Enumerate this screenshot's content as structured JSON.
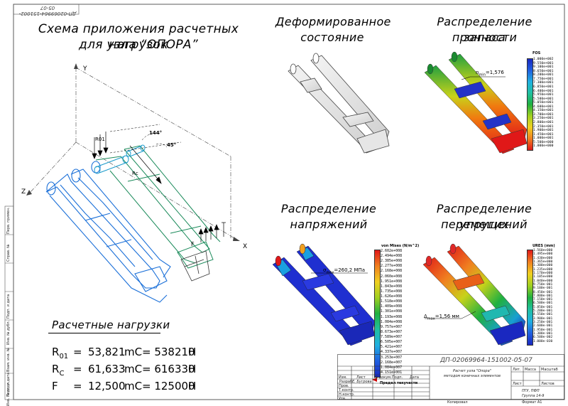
{
  "corner_code": "ДП-02069964-151002-05-07",
  "scheme_title_line1": "Схема приложения расчетных нагрузок",
  "scheme_title_line2": "для узла “ОПОРА”",
  "axes": {
    "y": "Y",
    "z": "Z",
    "x": "X"
  },
  "scheme_labels": {
    "r01": "R01",
    "rc": "Rc",
    "f": "F",
    "angle1": "144°",
    "angle2": "45°"
  },
  "loads_title": "Расчетные нагрузки",
  "loads": [
    {
      "symbol": "R",
      "sub": "01",
      "eq": "=",
      "value1": "53,821",
      "unit1": "mC",
      "eq2": "=",
      "value2": "538210",
      "unit2": "Н"
    },
    {
      "symbol": "R",
      "sub": "C",
      "eq": "=",
      "value1": "61,633",
      "unit1": "mC",
      "eq2": "=",
      "value2": "616330",
      "unit2": "Н"
    },
    {
      "symbol": "F",
      "sub": "",
      "eq": "=",
      "value1": "12,500",
      "unit1": "mC",
      "eq2": "=",
      "value2": "125000",
      "unit2": "Н"
    }
  ],
  "panels": {
    "deformed": {
      "line1": "Деформированное",
      "line2": "состояние"
    },
    "fos": {
      "line1": "Распределение запаса",
      "line2": "прочности",
      "annotation_n": "n",
      "annotation_sub": "min",
      "annotation_val": "=1,576",
      "legend_title": "FOS",
      "legend": [
        "1.000e+002",
        "9.550e+001",
        "9.100e+001",
        "8.650e+001",
        "8.200e+001",
        "7.750e+001",
        "7.300e+001",
        "6.850e+001",
        "6.400e+001",
        "5.950e+001",
        "5.500e+001",
        "5.050e+001",
        "4.600e+001",
        "4.150e+001",
        "3.700e+001",
        "3.250e+001",
        "2.800e+001",
        "2.350e+001",
        "1.900e+001",
        "1.450e+001",
        "1.000e+001",
        "5.500e+000",
        "1.000e+000"
      ]
    },
    "stress": {
      "line1": "Распределение",
      "line2": "напряжений",
      "annotation_s": "σ",
      "annotation_sub": "max",
      "annotation_val": "=260,2 МПа",
      "legend_title": "von Mises (N/m^2)",
      "yield_label": "Предел текучести",
      "legend": [
        "2.602e+008",
        "2.494e+008",
        "2.385e+008",
        "2.277e+008",
        "2.168e+008",
        "2.060e+008",
        "1.951e+008",
        "1.843e+008",
        "1.735e+008",
        "1.626e+008",
        "1.518e+008",
        "1.409e+008",
        "1.301e+008",
        "1.193e+008",
        "1.084e+008",
        "9.757e+007",
        "8.673e+007",
        "7.589e+007",
        "6.505e+007",
        "5.421e+007",
        "4.337e+007",
        "3.253e+007",
        "2.168e+007",
        "1.084e+007",
        "4.151e+001"
      ]
    },
    "disp": {
      "line1": "Распределение упругих",
      "line2": "перемещений",
      "annotation_d": "Δ",
      "annotation_sub": "max",
      "annotation_val": "=1,56 мм",
      "legend_title": "URES (mm)",
      "legend": [
        "1.560e+000",
        "1.495e+000",
        "1.430e+000",
        "1.365e+000",
        "1.300e+000",
        "1.235e+000",
        "1.170e+000",
        "1.105e+000",
        "1.040e+000",
        "9.750e-001",
        "9.100e-001",
        "8.450e-001",
        "7.800e-001",
        "7.150e-001",
        "6.500e-001",
        "5.850e-001",
        "5.200e-001",
        "4.550e-001",
        "3.900e-001",
        "3.250e-001",
        "2.600e-001",
        "1.950e-001",
        "1.300e-001",
        "6.500e-002",
        "1.000e-030"
      ]
    }
  },
  "title_block": {
    "doc_code": "ДП-02069964-151002-05-07",
    "description_line1": "Расчет узла \"Опора\"",
    "description_line2": "методом конечных элементов",
    "stage_header": "Лит.",
    "mass_header": "Масса",
    "scale_header": "Масштаб",
    "sheet_label": "Лист",
    "sheets_label": "Листов",
    "org_line1": "ПГУ, ПФП",
    "org_line2": "Группа 14-9",
    "developer_role": "Разраб.",
    "developer_name": "Е. Бугрова",
    "bottom_left": "Копировал",
    "bottom_right": "Формат А1",
    "rows_left": [
      "Изм.",
      "Лист",
      "№ докум.",
      "Подп.",
      "Дата",
      "Пров.",
      "Т.контр.",
      "Н.контр.",
      "Утв."
    ]
  },
  "side_stamp_labels": [
    "Инв. № подл.",
    "Подп. и дата",
    "Взам. инв. №",
    "Инв. № дубл.",
    "Подп. и дата",
    "Справ. №",
    "Перв. примен."
  ],
  "colors": {
    "blue_model": "#1a6fd8",
    "green_model": "#1a8a5a",
    "fos_blue": "#2433c8",
    "stress_red": "#e01818"
  }
}
